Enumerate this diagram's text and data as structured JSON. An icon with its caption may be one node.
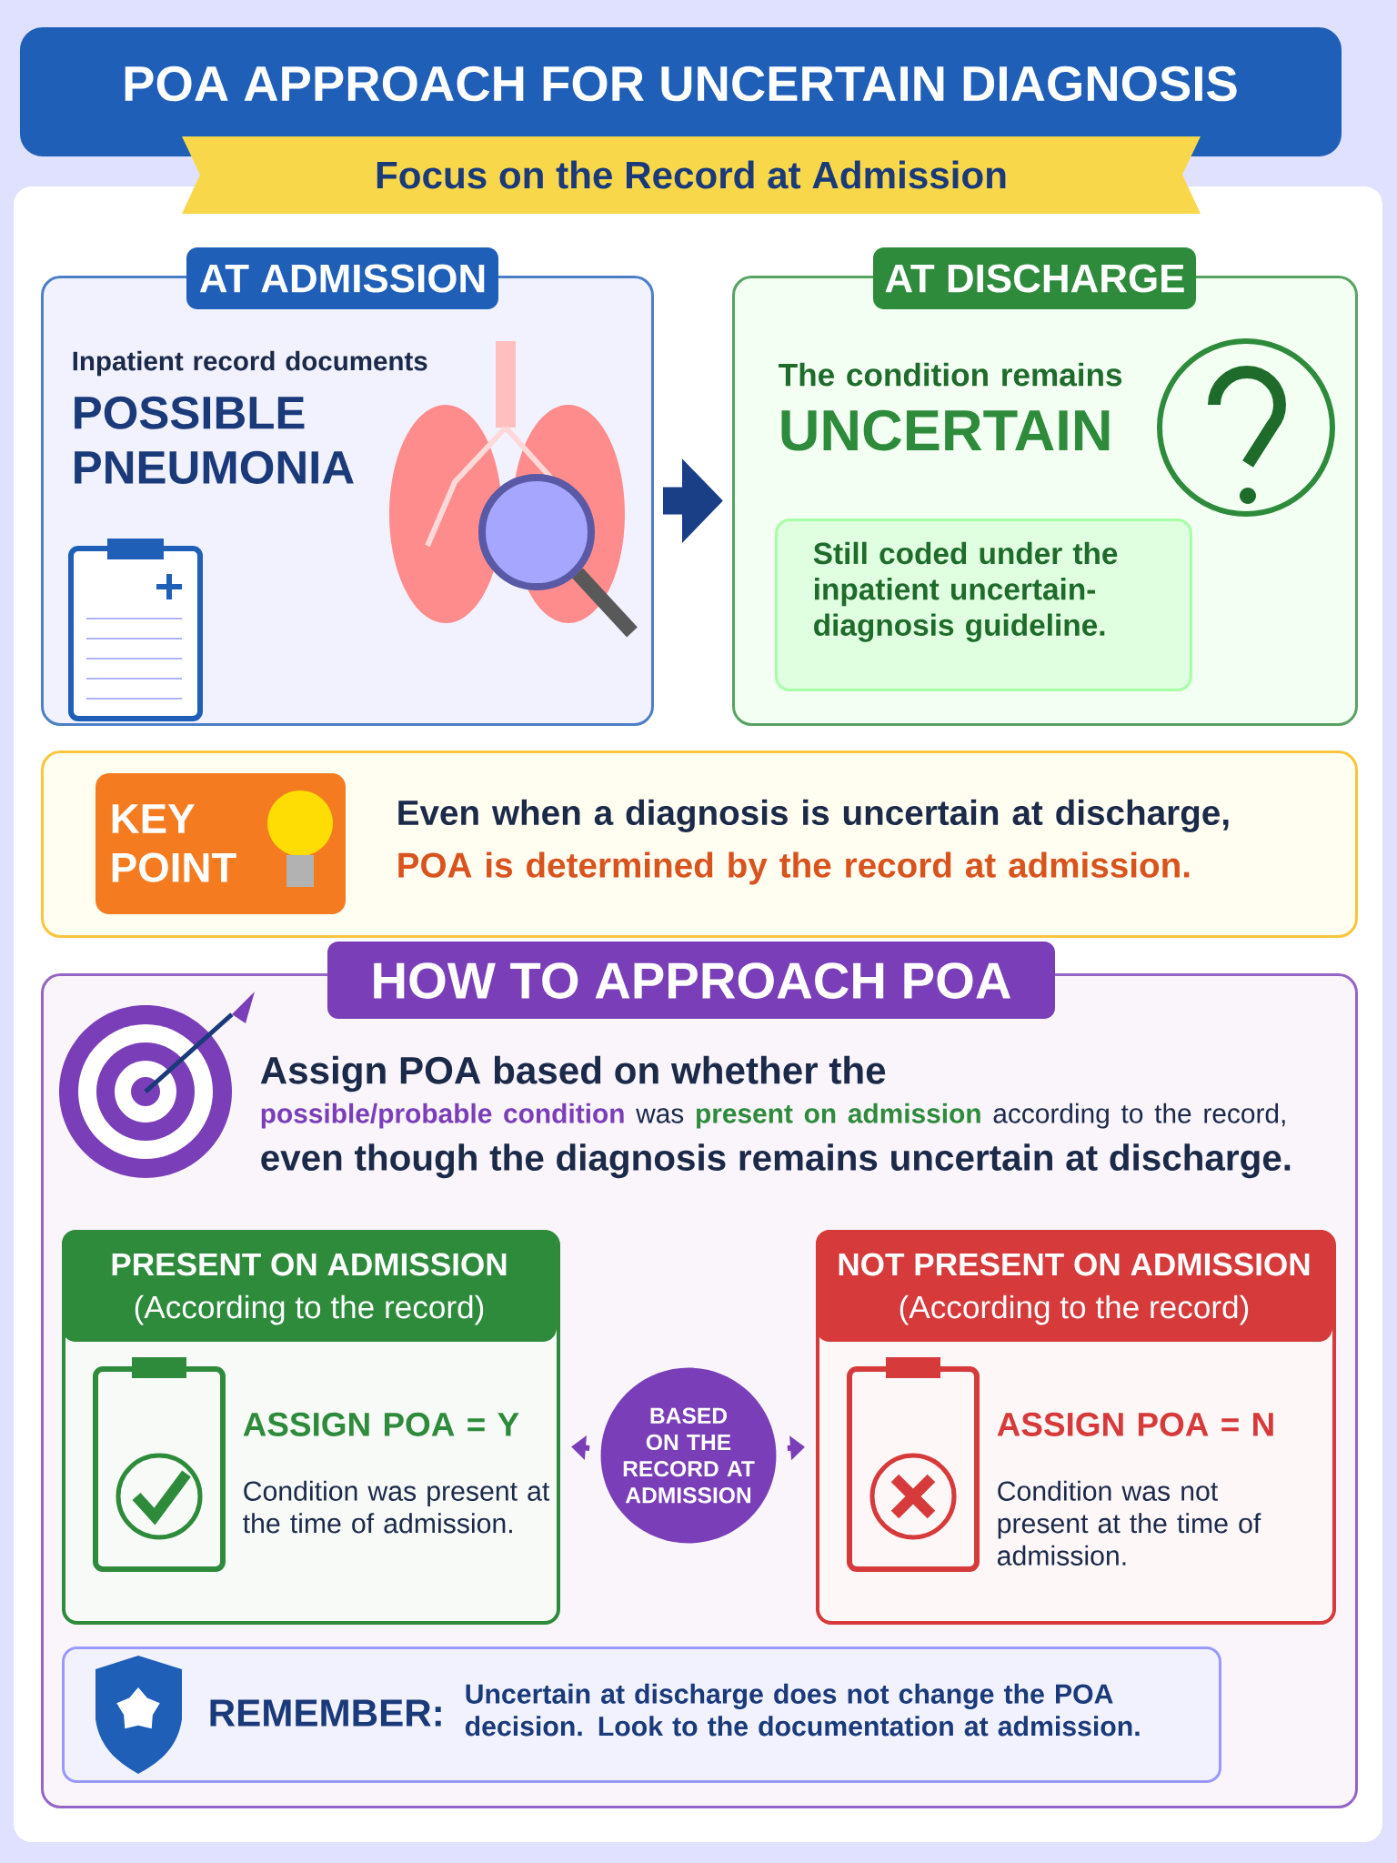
{
  "diagram": {
    "title": "POA APPROACH FOR UNCERTAIN DIAGNOSIS",
    "nodes": [
      {
        "text": [
          "AT ADMISSION",
          "Inpatient record documents",
          "POSSIBLE PNEUMONIA"
        ]
      },
      {
        "text": [
          "AT DISCHARGE",
          "The condition remains",
          "UNCERTAIN"
        ]
      },
      {
        "text": [
          "Still coded under the inpatient uncertain-diagnosis guideline."
        ],
        "in": 1
      },
      {
        "text": [
          "KEY POINT",
          "Even when a diagnosis is uncertain at discharge,",
          "POA is determined by the record at admission."
        ]
      },
      {
        "text": [
          "HOW TO APPROACH POA",
          "Assign POA based on whether the",
          "possible/probable condition",
          "was",
          "present on admission",
          "according to the record,",
          "even though the diagnosis remains uncertain at discharge."
        ]
      },
      {
        "text": [
          "PRESENT ON ADMISSION",
          "(According to the record)",
          "ASSIGN POA = Y",
          "Condition was present at the time of admission."
        ],
        "in": 4
      },
      {
        "text": [
          "BASED ON THE RECORD AT ADMISSION"
        ],
        "in": 4
      },
      {
        "text": [
          "NOT PRESENT ON ADMISSION",
          "(According to the record)",
          "ASSIGN POA = N",
          "Condition was not present at the time of admission."
        ],
        "in": 4
      },
      {
        "text": [
          "REMEMBER:",
          "Uncertain at discharge does not change the POA decision. Look to the documentation at admission."
        ],
        "in": 4
      }
    ],
    "edges": [
      {
        "from": 0,
        "to": 1,
        "arrow": "to",
        "style": "thick",
        "color": "#1b3f86"
      },
      {
        "from": 6,
        "to": 5,
        "arrow": "to"
      },
      {
        "from": 6,
        "to": 7,
        "arrow": "to"
      }
    ],
    "labels": [
      "Focus on the Record at Admission"
    ]
  }
}
